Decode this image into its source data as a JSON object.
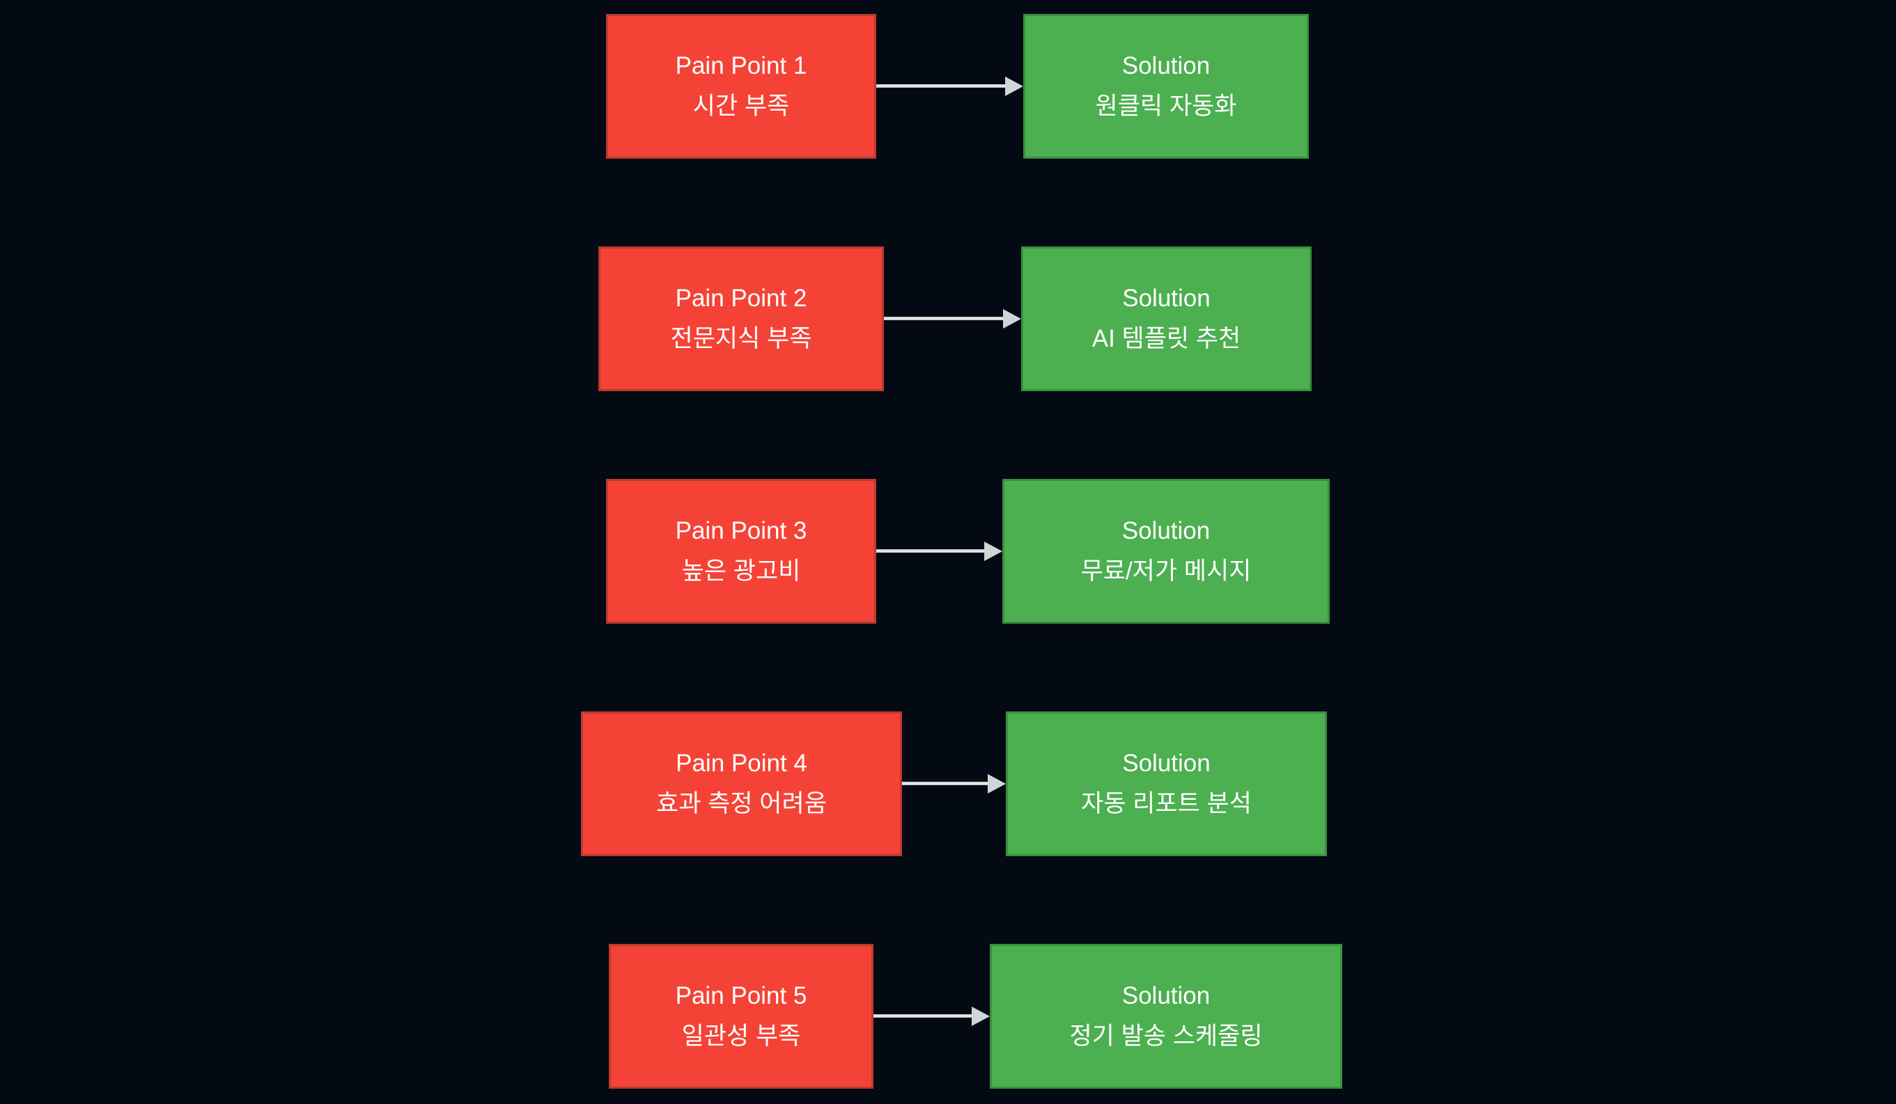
{
  "diagram_type": "pain-point-to-solution-flow",
  "colors": {
    "background": "#040a14",
    "pain_fill": "#f44336",
    "pain_border": "#b93a2e",
    "solution_fill": "#4caf50",
    "solution_border": "#3a8f3e",
    "text": "#ffffff",
    "arrow": "#c9cbcd",
    "arrow_core": "#ececec",
    "arrowhead": "#d2d4d5"
  },
  "rows": [
    {
      "pain": {
        "title": "Pain Point 1",
        "subtitle": "시간 부족"
      },
      "solution": {
        "title": "Solution",
        "subtitle": "원클릭 자동화"
      }
    },
    {
      "pain": {
        "title": "Pain Point 2",
        "subtitle": "전문지식 부족"
      },
      "solution": {
        "title": "Solution",
        "subtitle": "AI 템플릿 추천"
      }
    },
    {
      "pain": {
        "title": "Pain Point 3",
        "subtitle": "높은 광고비"
      },
      "solution": {
        "title": "Solution",
        "subtitle": "무료/저가 메시지"
      }
    },
    {
      "pain": {
        "title": "Pain Point 4",
        "subtitle": "효과 측정 어려움"
      },
      "solution": {
        "title": "Solution",
        "subtitle": "자동 리포트 분석"
      }
    },
    {
      "pain": {
        "title": "Pain Point 5",
        "subtitle": "일관성 부족"
      },
      "solution": {
        "title": "Solution",
        "subtitle": "정기 발송 스케줄링"
      }
    }
  ]
}
